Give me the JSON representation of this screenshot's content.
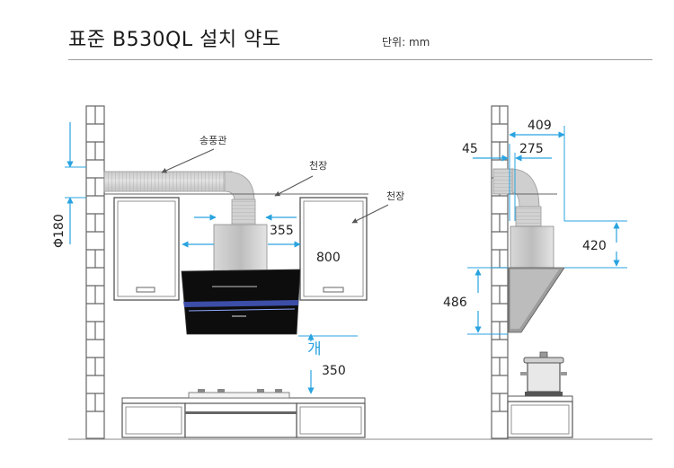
{
  "header": {
    "title": "표준 B530QL 설치 약도",
    "unit": "단위: mm"
  },
  "front_view": {
    "label_duct": "송풍관",
    "label_ceiling_top": "천장",
    "label_cabinet": "천장",
    "dim_wall_gap": "Φ180",
    "dim_outlet": "355",
    "dim_width": "800",
    "dim_side_note": "개",
    "dim_height_above_stove": "350"
  },
  "side_view": {
    "dim_total_depth": "409",
    "dim_wall_offset": "45",
    "dim_duct_depth": "275",
    "dim_top_height": "420",
    "dim_body_height": "486"
  },
  "colors": {
    "dimension_blue": "#2aa3e0",
    "line_gray": "#555555",
    "hood_black": "#111111"
  }
}
